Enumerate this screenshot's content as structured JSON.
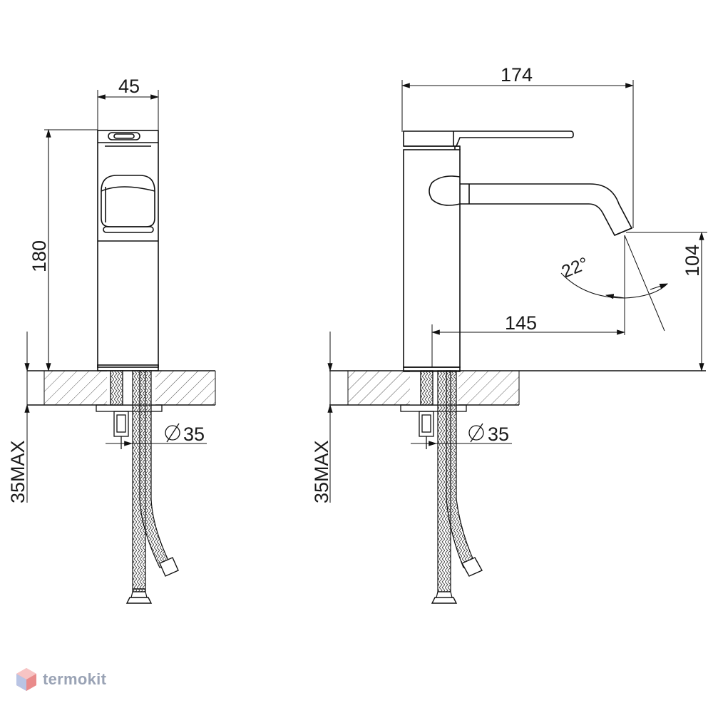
{
  "front_view": {
    "width_label": "45",
    "height_label": "180",
    "hole_label": "35",
    "mount_label": "35MAX"
  },
  "side_view": {
    "length_label": "174",
    "reach_label": "145",
    "spout_height_label": "104",
    "angle_label": "22°",
    "hole_label": "35",
    "mount_label": "35MAX"
  },
  "watermark": {
    "text": "termokit"
  }
}
